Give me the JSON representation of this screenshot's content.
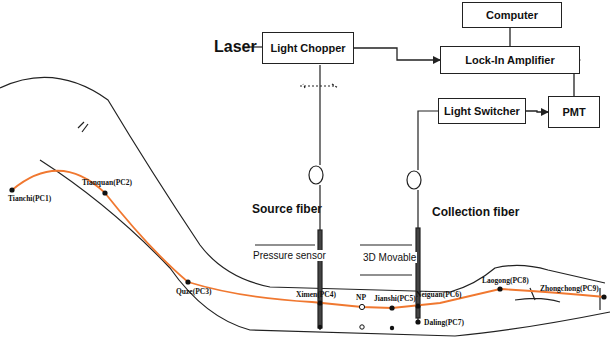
{
  "diagram": {
    "nodes": [
      {
        "text": [
          "Computer"
        ]
      },
      {
        "text": [
          "Light Chopper"
        ]
      },
      {
        "text": [
          "Lock-In Amplifier"
        ]
      },
      {
        "text": [
          "Light Switcher"
        ]
      },
      {
        "text": [
          "PMT"
        ]
      }
    ],
    "edges": [
      {
        "from": 1,
        "to": 2,
        "arrow": "to"
      },
      {
        "from": 4,
        "to": 2,
        "arrow": "to"
      },
      {
        "from": 3,
        "to": 4,
        "arrow": "to"
      },
      {
        "from": 2,
        "to": 0,
        "arrow": "none"
      }
    ],
    "labels": [
      "Laser",
      "Source fiber",
      "Collection fiber",
      "Pressure sensor",
      "3D Movable",
      "Tianchi(PC1)",
      "Tianquan(PC2)",
      "Quze(PC3)",
      "Ximen(PC4)",
      "NP",
      "Jianshi(PC5)",
      "Neiguan(PC6)",
      "Daling(PC7)",
      "Laogong(PC8)",
      "Zhongchong(PC9)"
    ]
  }
}
